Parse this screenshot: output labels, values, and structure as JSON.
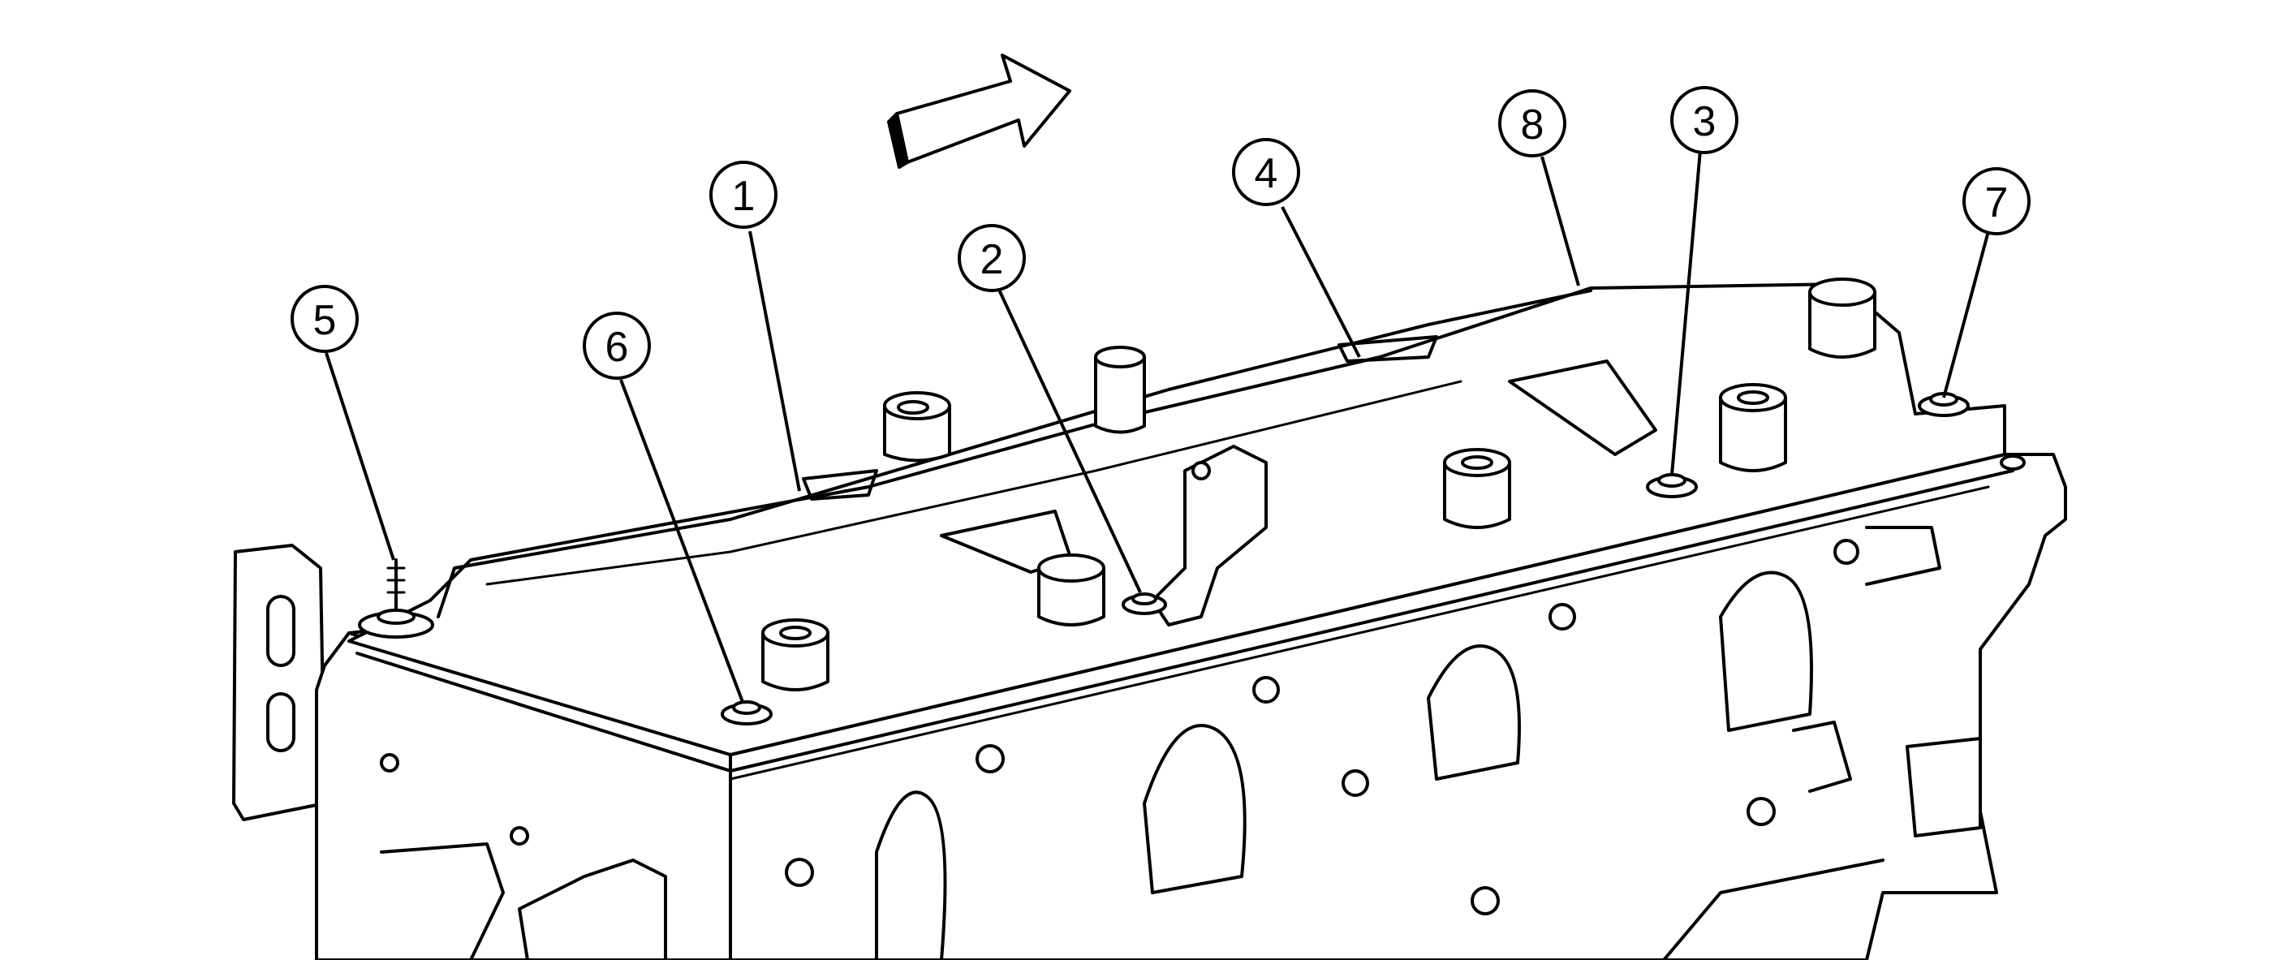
{
  "diagram": {
    "callouts": [
      {
        "id": "callout-1",
        "label": "1"
      },
      {
        "id": "callout-2",
        "label": "2"
      },
      {
        "id": "callout-3",
        "label": "3"
      },
      {
        "id": "callout-4",
        "label": "4"
      },
      {
        "id": "callout-5",
        "label": "5"
      },
      {
        "id": "callout-6",
        "label": "6"
      },
      {
        "id": "callout-7",
        "label": "7"
      },
      {
        "id": "callout-8",
        "label": "8"
      }
    ],
    "colors": {
      "ink": "#000000",
      "background": "#ffffff"
    }
  }
}
